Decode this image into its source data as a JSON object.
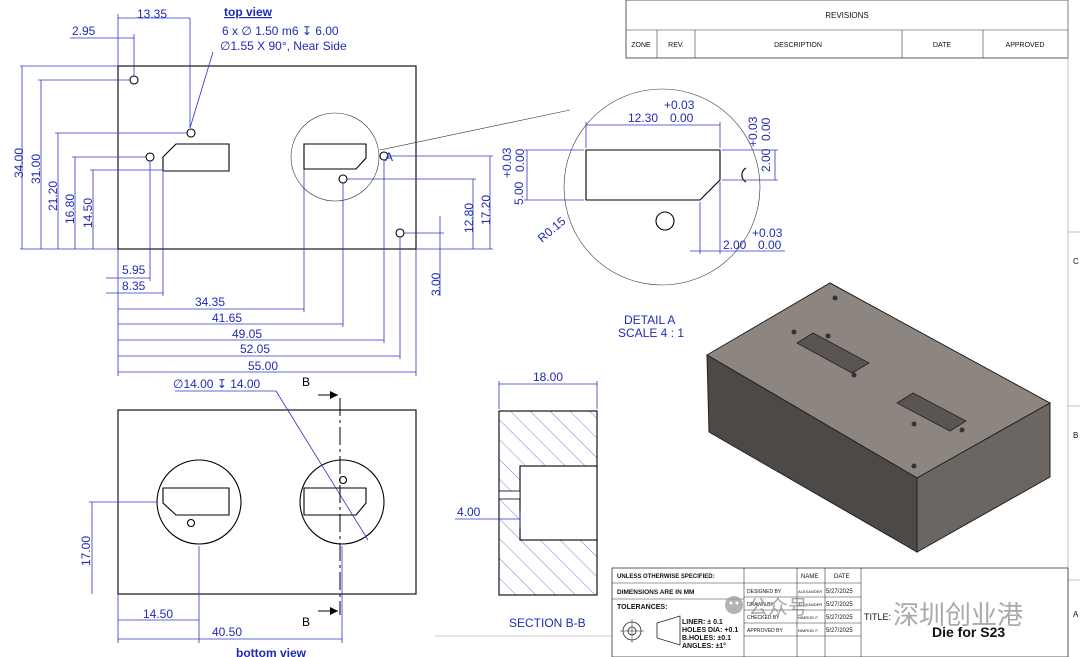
{
  "views": {
    "top_view_label": "top view",
    "bottom_view_label": "bottom view",
    "section_label": "SECTION B-B",
    "detail_label": "DETAIL A",
    "detail_scale": "SCALE 4 : 1",
    "detail_marker": "A",
    "section_marker": "B"
  },
  "top_view": {
    "hole_note_line1": "6 x ∅ 1.50 m6 ↧ 6.00",
    "hole_note_line2": "∅1.55 X 90°, Near Side",
    "horizontal_dims": [
      "2.95",
      "13.35",
      "5.95",
      "8.35",
      "34.35",
      "41.65",
      "49.05",
      "52.05",
      "55.00"
    ],
    "vertical_dims": [
      "34.00",
      "31.00",
      "21.20",
      "16.80",
      "14.50",
      "12.80",
      "17.20",
      "3.00"
    ]
  },
  "detail": {
    "width": "12.30",
    "width_upper_tol": "+0.03",
    "width_lower_tol": "0.00",
    "height": "5.00",
    "height_upper_tol": "+0.03",
    "height_lower_tol": "0.00",
    "chamfer_h": "2.00",
    "chamfer_h_upper_tol": "+0.03",
    "chamfer_h_lower_tol": "0.00",
    "chamfer_v": "2.00",
    "chamfer_v_upper_tol": "+0.03",
    "chamfer_v_lower_tol": "0.00",
    "radius": "R0.15"
  },
  "bottom_view": {
    "hole_note": "∅14.00 ↧ 14.00",
    "dims": [
      "17.00",
      "14.50",
      "40.50"
    ]
  },
  "section": {
    "width": "18.00",
    "depth": "4.00"
  },
  "revisions": {
    "title": "REVISIONS",
    "columns": [
      "ZONE",
      "REV.",
      "DESCRIPTION",
      "DATE",
      "APPROVED"
    ]
  },
  "title_block": {
    "unless": "UNLESS OTHERWISE SPECIFIED:",
    "dimensions": "DIMENSIONS ARE IN MM",
    "tolerances": "TOLERANCES:",
    "tol_liner": "LINER: ± 0.1",
    "tol_holes": "HOLES DIA: +0.1",
    "tol_bholes": "B.HOLES: ±0.1",
    "tol_angles": "ANGLES: ±1°",
    "col_name": "NAME",
    "col_date": "DATE",
    "rows": [
      {
        "role": "DESIGNED BY",
        "name": "ALEXANDER",
        "date": "5/27/2025"
      },
      {
        "role": "DRAWN BY",
        "name": "ALEXANDER",
        "date": "5/27/2025"
      },
      {
        "role": "CHECKED BY",
        "name": "NIMROD F.",
        "date": "5/27/2025"
      },
      {
        "role": "APPROVED BY",
        "name": "NIMROD F.",
        "date": "5/27/2025"
      }
    ],
    "title_label": "TITLE:",
    "title_value": "Die for S23"
  },
  "watermark": {
    "text": "深圳创业港",
    "prefix": "公众号"
  },
  "border_marks": [
    "C",
    "B",
    "A"
  ],
  "colors": {
    "dimension": "#1f2bb3",
    "part_face_top": "#8c8580",
    "part_face_front": "#4d4946",
    "part_face_right": "#6b6662"
  }
}
